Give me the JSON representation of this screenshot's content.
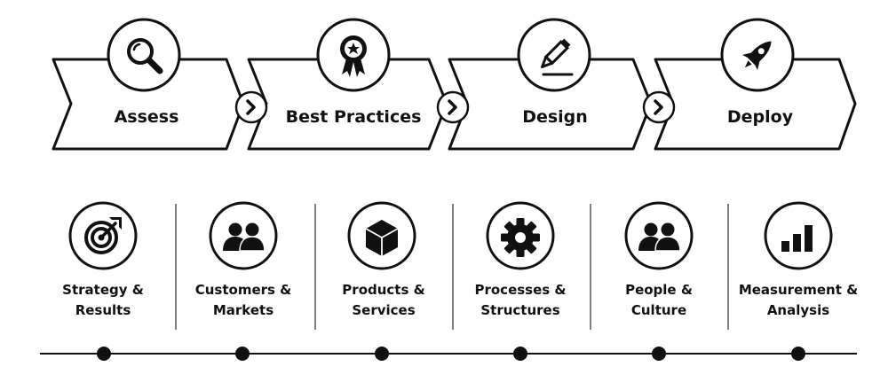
{
  "stages": [
    {
      "label": "Assess",
      "icon": "magnifier-icon"
    },
    {
      "label": "Best Practices",
      "icon": "award-ribbon-icon"
    },
    {
      "label": "Design",
      "icon": "pencil-icon"
    },
    {
      "label": "Deploy",
      "icon": "rocket-icon"
    }
  ],
  "connector_icon": "chevron-right-icon",
  "categories": [
    {
      "line1": "Strategy &",
      "line2": "Results",
      "icon": "target-arrow-icon"
    },
    {
      "line1": "Customers &",
      "line2": "Markets",
      "icon": "people-icon"
    },
    {
      "line1": "Products &",
      "line2": "Services",
      "icon": "box-icon"
    },
    {
      "line1": "Processes &",
      "line2": "Structures",
      "icon": "gear-icon"
    },
    {
      "line1": "People &",
      "line2": "Culture",
      "icon": "people-icon"
    },
    {
      "line1": "Measurement &",
      "line2": "Analysis",
      "icon": "bar-chart-icon"
    }
  ],
  "colors": {
    "ink": "#111111",
    "background": "#ffffff",
    "divider": "#555555"
  }
}
